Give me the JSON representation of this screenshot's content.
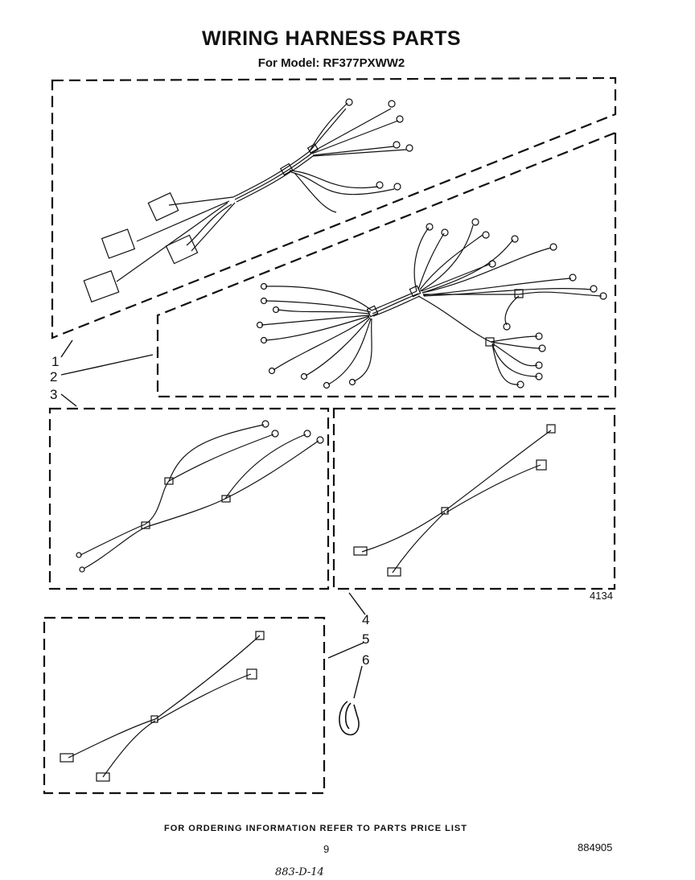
{
  "header": {
    "title": "WIRING HARNESS PARTS",
    "subtitle": "For Model: RF377PXWW2"
  },
  "callouts": [
    "1",
    "2",
    "3",
    "4",
    "5",
    "6"
  ],
  "figure_number": "4134",
  "footer": {
    "ordering_note": "FOR ORDERING INFORMATION REFER TO PARTS PRICE LIST",
    "page_number": "9",
    "document_number": "884905",
    "handwritten_note": "883-D-14"
  }
}
